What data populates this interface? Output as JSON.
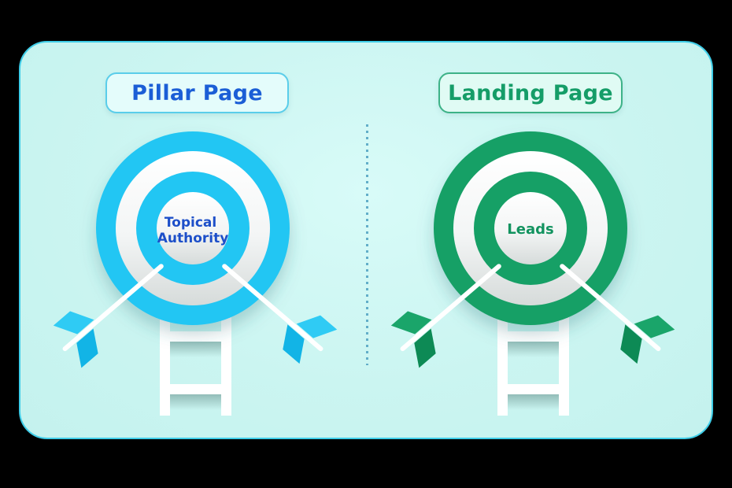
{
  "page": {
    "background_color": "#000000",
    "card_background": "#cbf5f1",
    "card_border_color": "#3ecde8"
  },
  "pillar": {
    "label": "Pillar Page",
    "label_color": "#1b5ed6",
    "pill_border_color": "#5acdea",
    "accent_color": "#24c6f3",
    "target_center_line1": "Topical",
    "target_center_line2": "Authority",
    "center_text_color": "#1d4fc9"
  },
  "landing": {
    "label": "Landing Page",
    "label_color": "#159d68",
    "pill_border_color": "#3db287",
    "accent_color": "#14a066",
    "target_center_text": "Leads",
    "center_text_color": "#12935f"
  },
  "divider": {
    "color": "#62aec9",
    "style": "dotted-vertical"
  }
}
